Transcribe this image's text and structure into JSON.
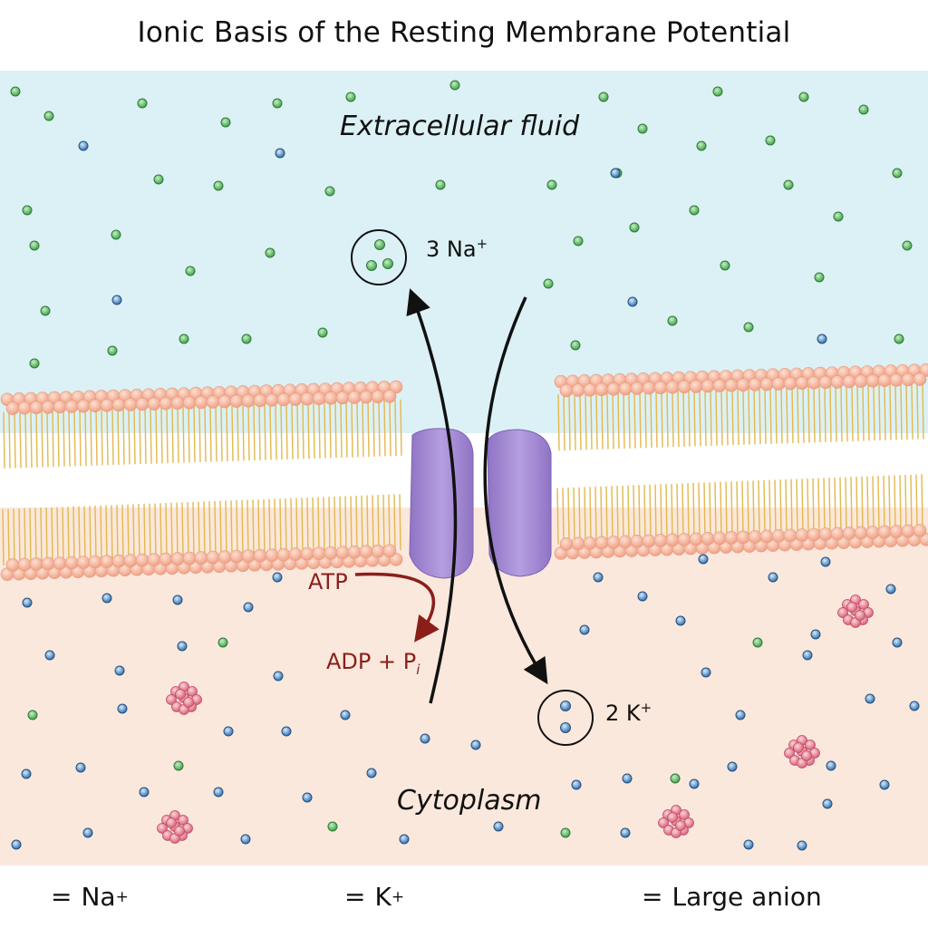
{
  "title": "Ionic Basis of the Resting Membrane Potential",
  "regions": {
    "extracellular": "Extracellular fluid",
    "cytoplasm": "Cytoplasm"
  },
  "pump": {
    "na_label": "3 Na",
    "na_charge": "+",
    "k_label": "2 K",
    "k_charge": "+",
    "atp": "ATP",
    "adp": "ADP + P",
    "adp_sub": "i"
  },
  "legend": {
    "na": "Na",
    "na_charge": "+",
    "k": "K",
    "k_charge": "+",
    "anion": "Large anion",
    "eq": "="
  },
  "colors": {
    "extracellular_bg": "#dcf1f5",
    "cytoplasm_bg": "#fbe8dc",
    "na_ion": "#5cb860",
    "k_ion": "#3f7fc0",
    "lipid_head": "#f3b19a",
    "lipid_tail": "#e9c15a",
    "pump_protein": "#9f87d0",
    "atp_text": "#8a1f1a",
    "anion": "#e08090"
  }
}
